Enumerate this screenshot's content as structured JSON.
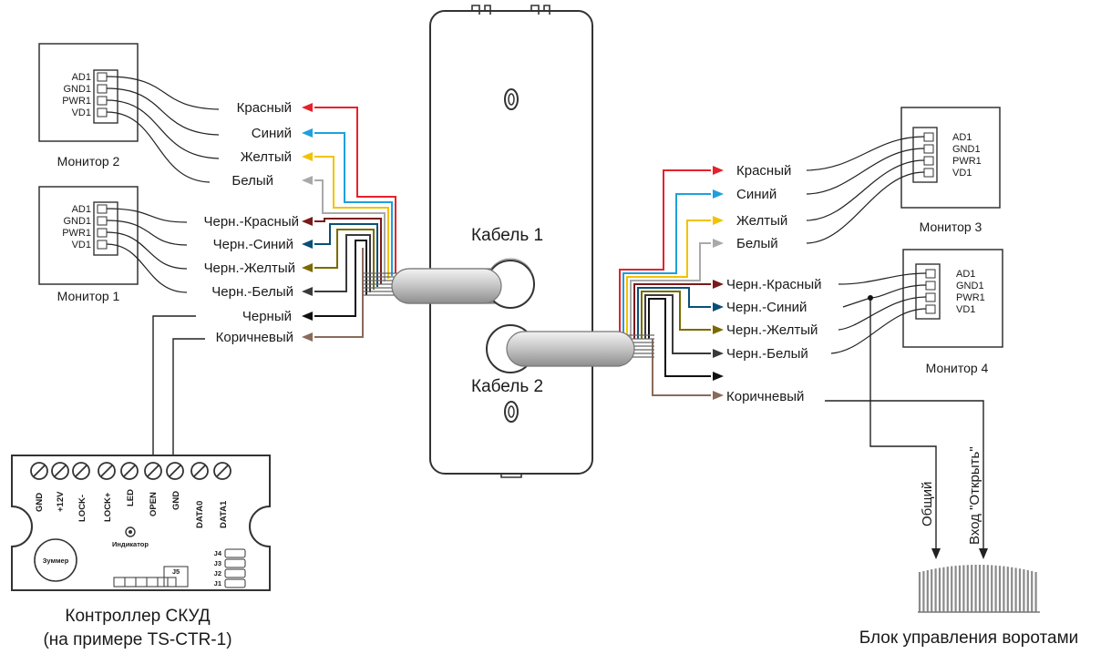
{
  "top_text_fragment": "",
  "monitor_pins": [
    "AD1",
    "GND1",
    "PWR1",
    "VD1"
  ],
  "monitors": {
    "m1": "Монитор 1",
    "m2": "Монитор 2",
    "m3": "Монитор 3",
    "m4": "Монитор 4"
  },
  "cables": {
    "cable1": "Кабель 1",
    "cable2": "Кабель 2"
  },
  "wires": {
    "red": "Красный",
    "blue": "Синий",
    "yellow": "Желтый",
    "white": "Белый",
    "black_red": "Черн.-Красный",
    "black_blue": "Черн.-Синий",
    "black_yellow": "Черн.-Желтый",
    "black_white": "Черн.-Белый",
    "black": "Черный",
    "brown": "Коричневый"
  },
  "controller": {
    "title": "Контроллер СКУД",
    "subtitle": "(на примере TS-CTR-1)",
    "terminals": [
      "GND",
      "+12V",
      "LOCK-",
      "LOCK+",
      "LED",
      "OPEN",
      "GND",
      "DATA0",
      "DATA1"
    ],
    "indicator": "Индикатор",
    "buzzer": "Зуммер",
    "jumpers": [
      "J4",
      "J3",
      "J2",
      "J1"
    ],
    "j5": "J5"
  },
  "gate": {
    "title": "Блок управления воротами",
    "common": "Общий",
    "open_input": "Вход \"Открыть\""
  },
  "colors": {
    "red": "#e5222a",
    "blue": "#1ea0dc",
    "yellow": "#f2c200",
    "white": "#a9a9a9",
    "black_red": "#7a1a1a",
    "black_blue": "#0a4f78",
    "black_yellow": "#7a6a00",
    "black_white": "#3a3a3a",
    "black": "#111111",
    "brown": "#8a6a5a"
  }
}
